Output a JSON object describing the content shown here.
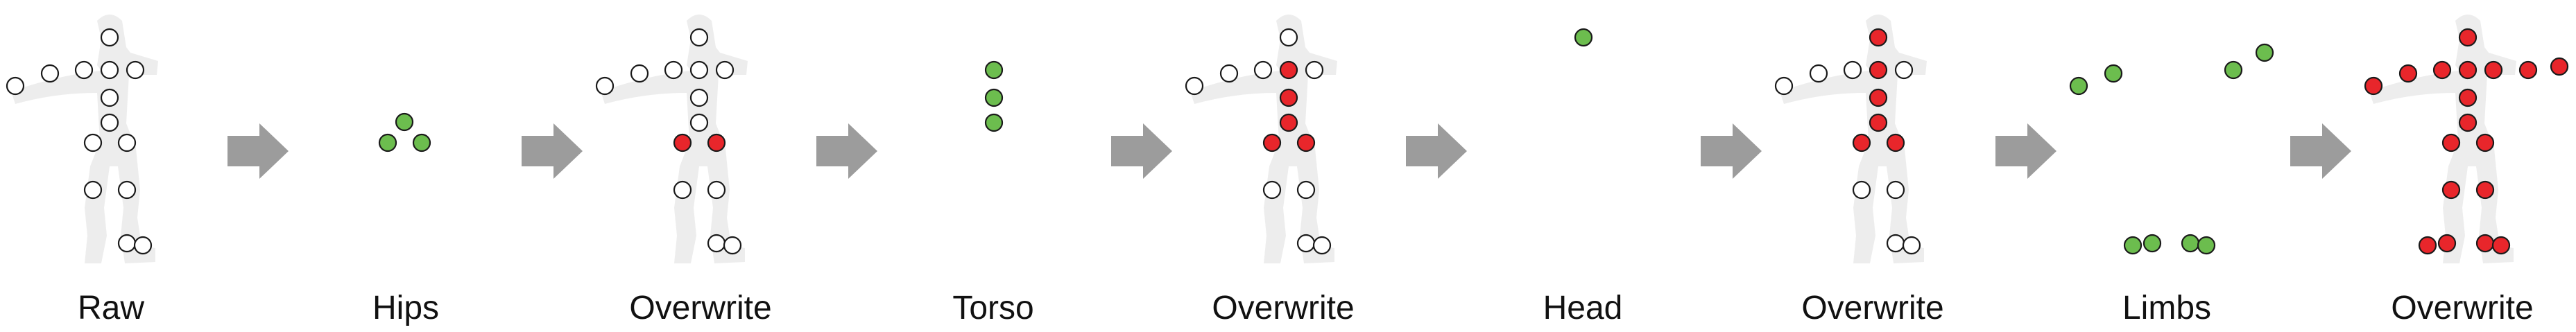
{
  "colors": {
    "background": "#ffffff",
    "body_silhouette": "#ededed",
    "raw_joint": "#ffffff",
    "new_joint": "#6cbd4e",
    "overwritten_joint": "#e8262b",
    "arrow": "#9c9c9c",
    "caption": "#111111"
  },
  "icons": {
    "step_arrow": "right-arrow-icon"
  },
  "stages": [
    {
      "label": "Raw",
      "kind": "skeleton",
      "groups": []
    },
    {
      "label": "Hips",
      "kind": "new-joints",
      "groups": [
        "hips"
      ]
    },
    {
      "label": "Overwrite",
      "kind": "skeleton",
      "groups": [
        "hips"
      ]
    },
    {
      "label": "Torso",
      "kind": "new-joints",
      "groups": [
        "torso"
      ]
    },
    {
      "label": "Overwrite",
      "kind": "skeleton",
      "groups": [
        "hips",
        "torso"
      ]
    },
    {
      "label": "Head",
      "kind": "new-joints",
      "groups": [
        "head"
      ]
    },
    {
      "label": "Overwrite",
      "kind": "skeleton",
      "groups": [
        "hips",
        "torso",
        "head"
      ]
    },
    {
      "label": "Limbs",
      "kind": "new-joints",
      "groups": [
        "limbs"
      ]
    },
    {
      "label": "Overwrite",
      "kind": "skeleton",
      "groups": [
        "hips",
        "torso",
        "head",
        "limbs"
      ]
    }
  ]
}
